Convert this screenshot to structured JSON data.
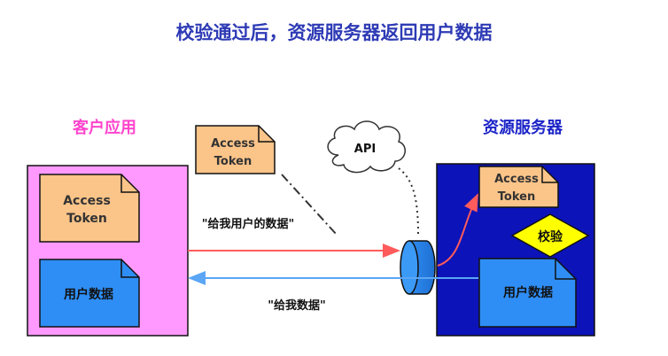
{
  "title": "校验通过后，资源服务器返回用户数据",
  "client": {
    "label": "客户应用",
    "token_line1": "Access",
    "token_line2": "Token",
    "userdata": "用户数据"
  },
  "floating_token": {
    "line1": "Access",
    "line2": "Token"
  },
  "api_cloud": "API",
  "server": {
    "label": "资源服务器",
    "token_line1": "Access",
    "token_line2": "Token",
    "verify": "校验",
    "userdata": "用户数据"
  },
  "request_label": "\"给我用户的数据\"",
  "response_label": "\"给我数据\"",
  "colors": {
    "title": "#2e3bb5",
    "client_label": "#ff44cc",
    "server_label": "#1c24c8",
    "client_box": "#ff99ff",
    "server_box": "#0c13b8",
    "token_fill": "#fbc489",
    "userdata_fill": "#2f8ef5",
    "verify_fill": "#ffff00",
    "request_arrow": "#ff5b5b",
    "response_arrow": "#5ba6f5"
  }
}
